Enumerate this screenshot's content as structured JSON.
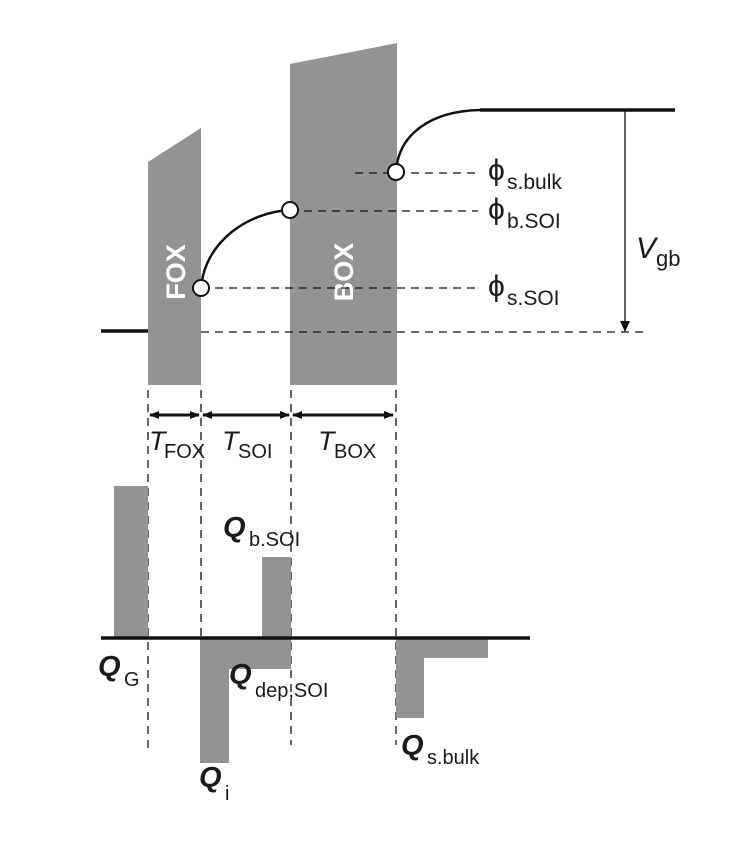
{
  "colors": {
    "oxide": "#939393",
    "line": "#111111",
    "background": "#ffffff",
    "text": "#1a1a1a"
  },
  "oxides": {
    "fox": "FOX",
    "box": "BOX"
  },
  "potentials": {
    "phi_symbol": "ϕ",
    "s_bulk": "s.bulk",
    "b_soi": "b.SOI",
    "s_soi": "s.SOI",
    "vgb_main": "V",
    "vgb_sub": "gb"
  },
  "thickness": {
    "t_symbol": "T",
    "fox": "FOX",
    "soi": "SOI",
    "box": "BOX"
  },
  "charges": {
    "q_symbol": "Q",
    "gate": "G",
    "inversion": "i",
    "dep_soi": "dep,SOI",
    "b_soi": "b.SOI",
    "s_bulk": "s.bulk"
  }
}
